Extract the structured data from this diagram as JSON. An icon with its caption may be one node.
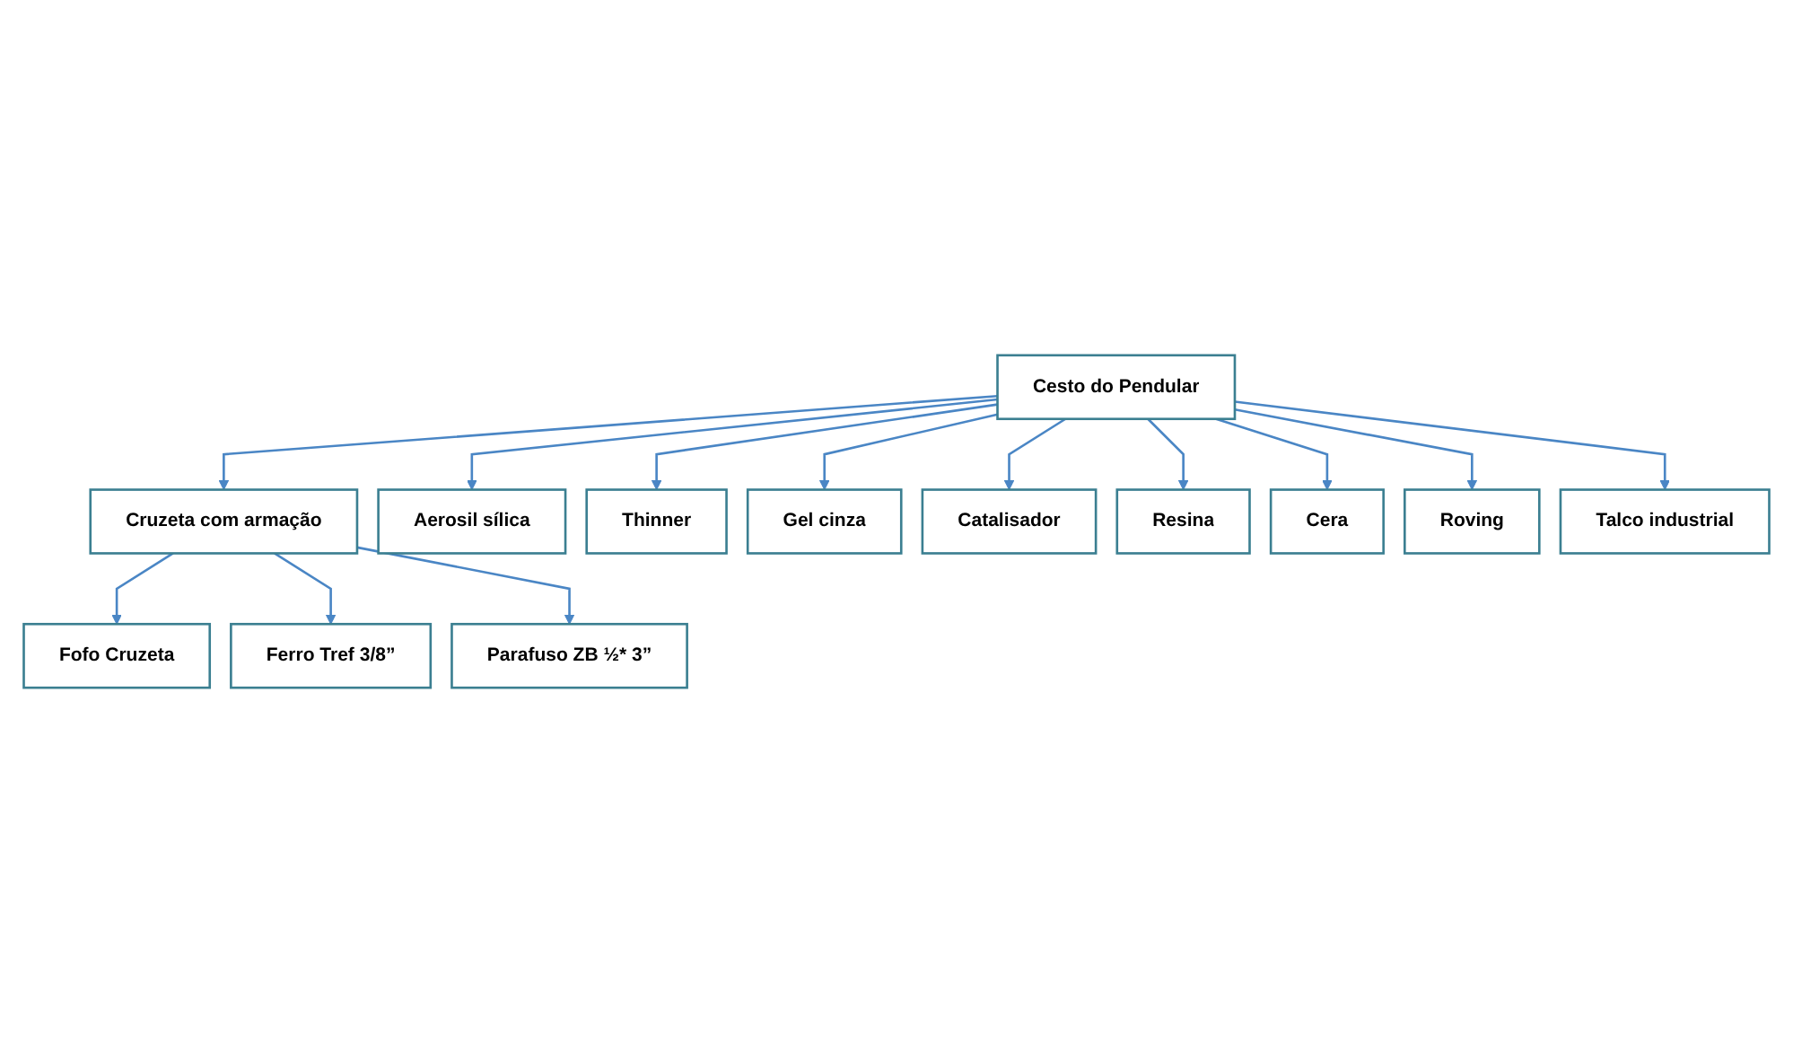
{
  "diagram": {
    "nodes": [
      {
        "text": [
          "Cesto do Pendular"
        ]
      },
      {
        "text": [
          "Cruzeta com armação"
        ]
      },
      {
        "text": [
          "Aerosil sílica"
        ]
      },
      {
        "text": [
          "Thinner"
        ]
      },
      {
        "text": [
          "Gel cinza"
        ]
      },
      {
        "text": [
          "Catalisador"
        ]
      },
      {
        "text": [
          "Resina"
        ]
      },
      {
        "text": [
          "Cera"
        ]
      },
      {
        "text": [
          "Roving"
        ]
      },
      {
        "text": [
          "Talco industrial"
        ]
      },
      {
        "text": [
          "Fofo Cruzeta"
        ]
      },
      {
        "text": [
          "Ferro Tref 3/8”"
        ]
      },
      {
        "text": [
          "Parafuso ZB ½* 3”"
        ]
      }
    ],
    "edges": [
      {
        "from": 0,
        "to": 1,
        "arrow": "to"
      },
      {
        "from": 0,
        "to": 2,
        "arrow": "to"
      },
      {
        "from": 0,
        "to": 3,
        "arrow": "to"
      },
      {
        "from": 0,
        "to": 4,
        "arrow": "to"
      },
      {
        "from": 0,
        "to": 5,
        "arrow": "to"
      },
      {
        "from": 0,
        "to": 6,
        "arrow": "to"
      },
      {
        "from": 0,
        "to": 7,
        "arrow": "to"
      },
      {
        "from": 0,
        "to": 8,
        "arrow": "to"
      },
      {
        "from": 0,
        "to": 9,
        "arrow": "to"
      },
      {
        "from": 1,
        "to": 10,
        "arrow": "to"
      },
      {
        "from": 1,
        "to": 11,
        "arrow": "to"
      },
      {
        "from": 1,
        "to": 12,
        "arrow": "to"
      }
    ]
  }
}
